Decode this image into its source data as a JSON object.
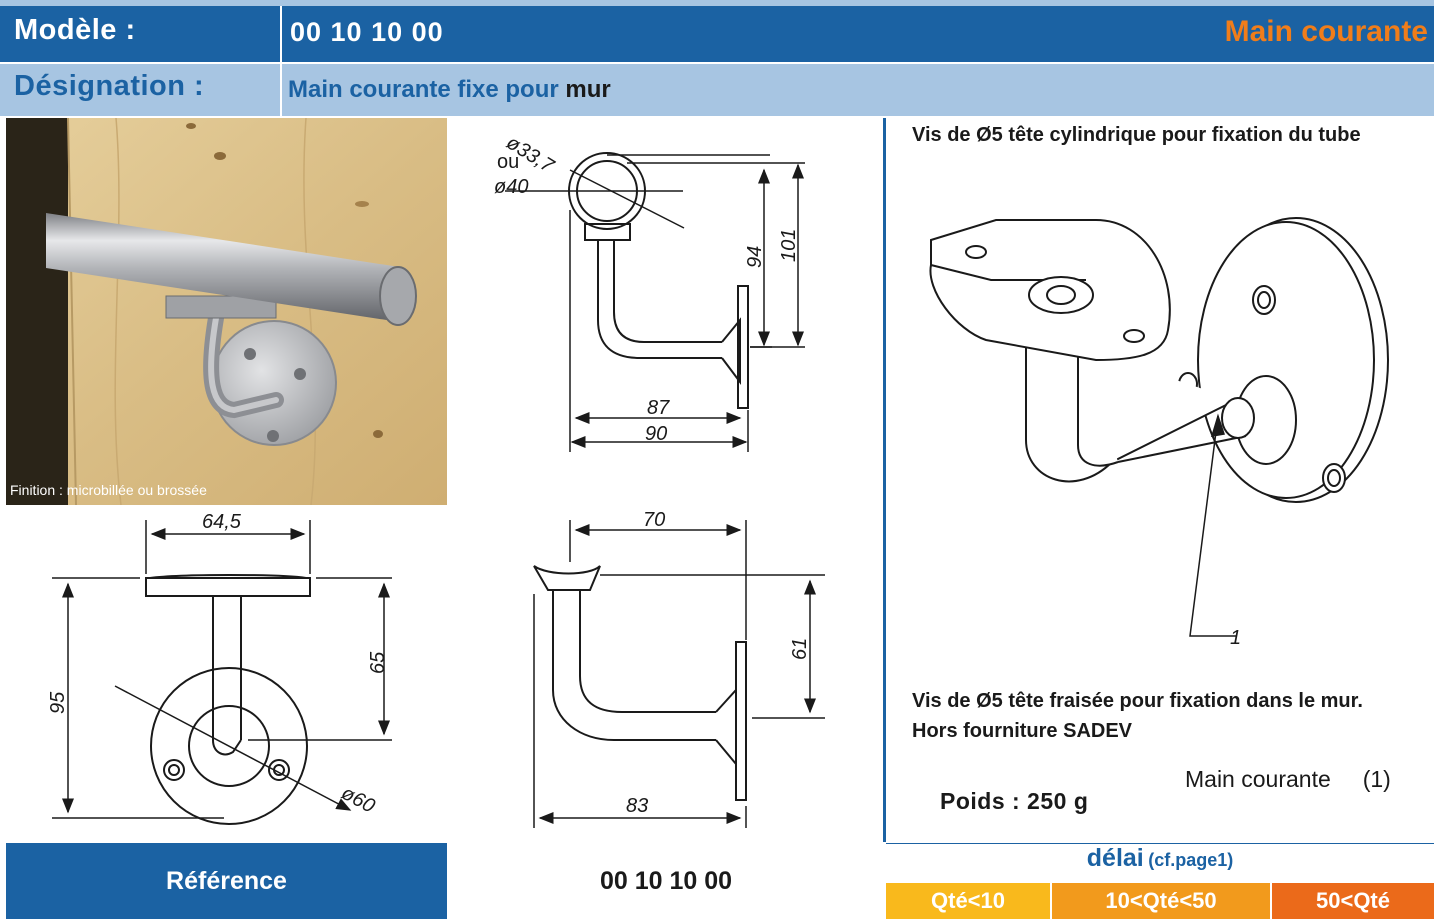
{
  "header": {
    "model_label": "Modèle :",
    "model_value": "00 10 10 00",
    "category": "Main courante",
    "designation_label": "Désignation :",
    "designation_value_part1": "Main courante fixe pour",
    "designation_value_part2": "mur"
  },
  "photo": {
    "caption": "Finition : microbillée ou brossée"
  },
  "drawings": {
    "top_view": {
      "dim_tube_a": "ø33,7",
      "dim_or": "ou",
      "dim_tube_b": "ø40",
      "dim_height_inner": "94",
      "dim_height_outer": "101",
      "dim_depth_inner": "87",
      "dim_depth_outer": "90"
    },
    "front_view": {
      "dim_plate_width": "64,5",
      "dim_total_height": "95",
      "dim_stem_height": "65",
      "dim_rosette": "ø60"
    },
    "side_view": {
      "dim_top": "70",
      "dim_height": "61",
      "dim_bottom": "83"
    },
    "iso_view": {
      "leader_number": "1"
    }
  },
  "notes": {
    "top": "Vis de  Ø5 tête cylindrique pour fixation du tube",
    "bottom_line1": "Vis de  Ø5 tête fraisée pour fixation dans le mur.",
    "bottom_line2": "Hors fourniture SADEV",
    "part_label": "Main courante     (1)",
    "weight": "Poids : 250 g"
  },
  "footer": {
    "reference_label": "Référence",
    "reference_value": "00 10 10 00",
    "delai_label": "délai",
    "delai_note": "(cf.page1)",
    "qty_1": "Qté<10",
    "qty_2": "10<Qté<50",
    "qty_3": "50<Qté"
  },
  "colors": {
    "primary_blue": "#1b62a3",
    "light_blue": "#a7c5e2",
    "orange": "#f07d1a",
    "yellow": "#f9b91c",
    "orange_mid": "#f29a1c",
    "orange_dark": "#eb6a1a"
  }
}
